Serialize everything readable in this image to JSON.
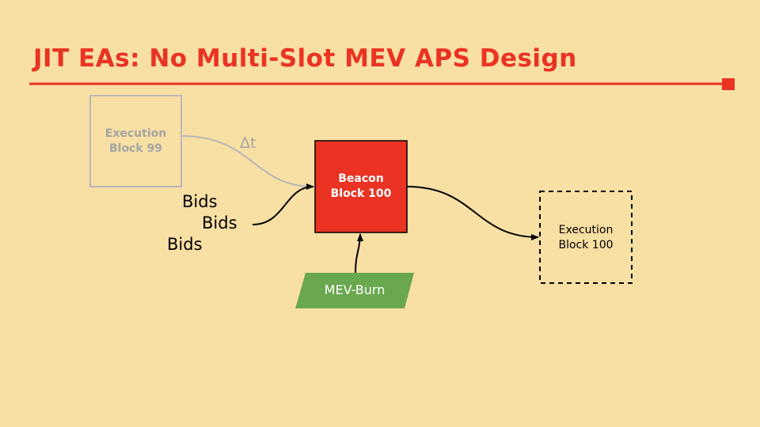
{
  "title": "JIT EAs: No Multi-Slot MEV APS Design",
  "nodes": {
    "prev_block": {
      "line1": "Execution",
      "line2": "Block 99"
    },
    "beacon_block": {
      "line1": "Beacon",
      "line2": "Block 100"
    },
    "next_block": {
      "line1": "Execution",
      "line2": "Block 100"
    },
    "mev_burn": "MEV-Burn"
  },
  "delta_label": "Δt",
  "bids": [
    "Bids",
    "Bids",
    "Bids"
  ],
  "colors": {
    "background": "#f8dfa4",
    "accent": "#ea3323",
    "green": "#6aa84f",
    "faded": "#b7b7b7"
  }
}
